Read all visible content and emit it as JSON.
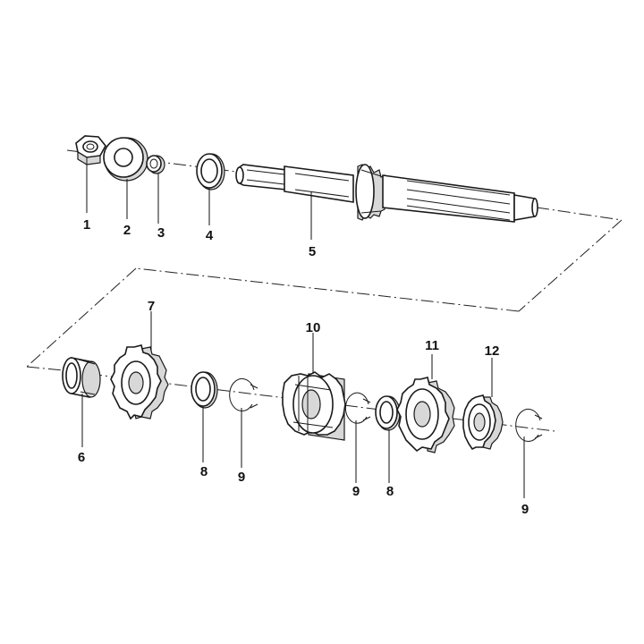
{
  "callouts": [
    {
      "id": "c1",
      "text": "1"
    },
    {
      "id": "c2",
      "text": "2"
    },
    {
      "id": "c3",
      "text": "3"
    },
    {
      "id": "c4",
      "text": "4"
    },
    {
      "id": "c5",
      "text": "5"
    },
    {
      "id": "c6",
      "text": "6"
    },
    {
      "id": "c7",
      "text": "7"
    },
    {
      "id": "c8a",
      "text": "8"
    },
    {
      "id": "c9a",
      "text": "9"
    },
    {
      "id": "c10",
      "text": "10"
    },
    {
      "id": "c9b",
      "text": "9"
    },
    {
      "id": "c8b",
      "text": "8"
    },
    {
      "id": "c11",
      "text": "11"
    },
    {
      "id": "c12",
      "text": "12"
    },
    {
      "id": "c9c",
      "text": "9"
    }
  ],
  "colors": {
    "ink": "#1a1a1a",
    "shade": "#d8d8d8",
    "background": "#ffffff"
  }
}
